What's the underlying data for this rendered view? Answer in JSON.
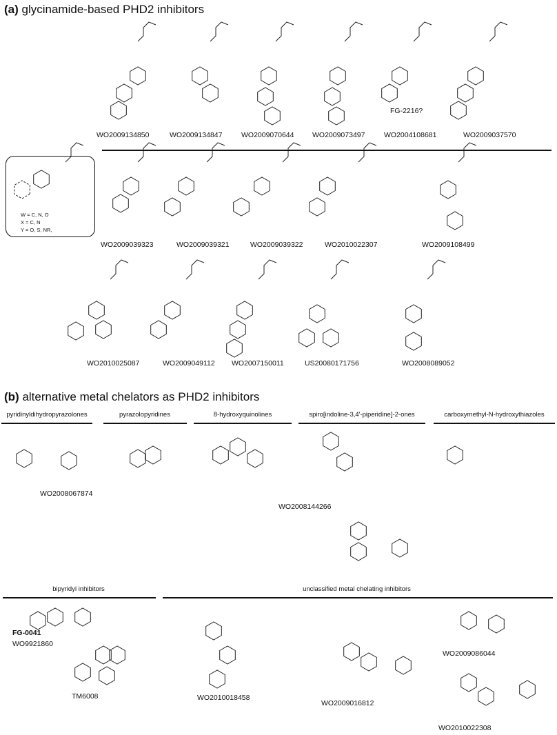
{
  "section_a": {
    "letter": "(a)",
    "title": "glycinamide-based PHD2 inhibitors",
    "generic_box": {
      "definitions": [
        "W = C, N, O",
        "X = C, N",
        "Y = O, S, NR,"
      ]
    },
    "row1": [
      "WO2009134850",
      "WO2009134847",
      "WO2009070644",
      "WO2009073497",
      "WO2004108681",
      "WO2009037570"
    ],
    "fg_note": "FG-2216?",
    "row2": [
      "WO2009039323",
      "WO2009039321",
      "WO2009039322",
      "WO2010022307",
      "WO2009108499"
    ],
    "row3": [
      "WO2010025087",
      "WO2009049112",
      "WO2007150011",
      "US20080171756",
      "WO2008089052"
    ]
  },
  "section_b": {
    "letter": "(b)",
    "title": "alternative metal chelators as PHD2 inhibitors",
    "categories": [
      "pyridinyldihydropyrazolones",
      "pyrazolopyridines",
      "8-hydroxyquinolines",
      "spiro[indoline-3,4'-piperidine]-2-ones",
      "carboxymethyl-N-hydroxythiazoles"
    ],
    "patents": {
      "pyrazolone": "WO2008067874",
      "spiro": "WO2008144266"
    },
    "categories2": [
      "bipyridyl inhibitors",
      "unclassified metal chelating inhibitors"
    ],
    "bipyridyl": {
      "name1": "FG-0041",
      "patent1": "WO9921860",
      "name2": "TM6008"
    },
    "unclassified": [
      "WO2010018458",
      "WO2009016812",
      "WO2009086044",
      "WO2010022308"
    ]
  }
}
